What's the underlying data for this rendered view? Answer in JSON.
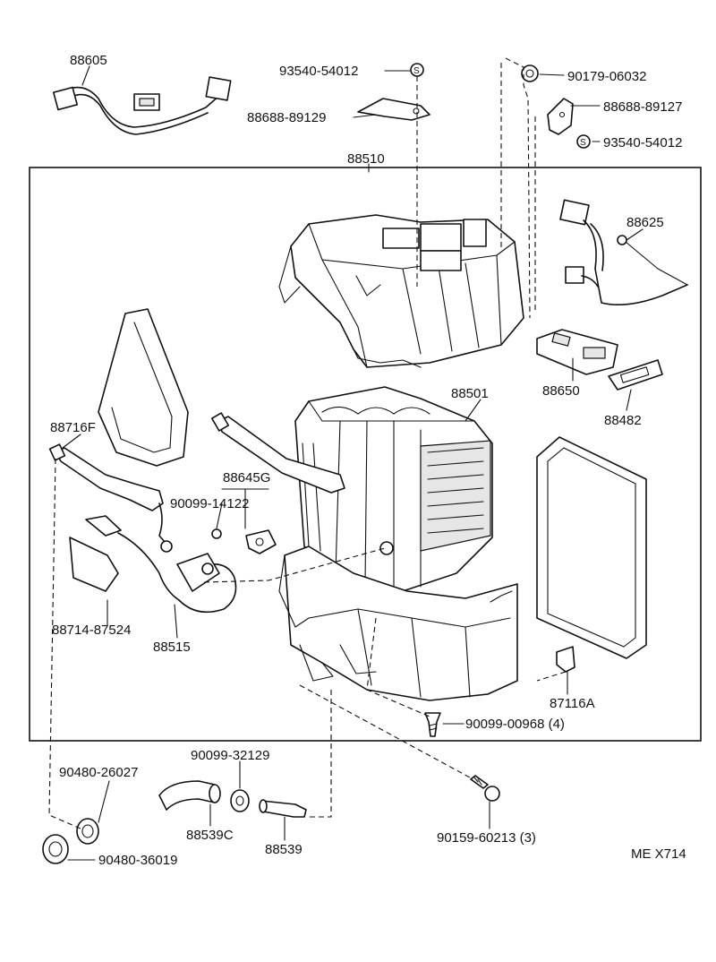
{
  "parts": {
    "p88605": "88605",
    "p93540a": "93540-54012",
    "p88688a": "88688-89129",
    "p90179": "90179-06032",
    "p88688b": "88688-89127",
    "p93540b": "93540-54012",
    "p88510": "88510",
    "p88625": "88625",
    "p88650": "88650",
    "p88501": "88501",
    "p88482": "88482",
    "p88716f": "88716F",
    "p88645g": "88645G",
    "p90099a": "90099-14122",
    "p88714": "88714-87524",
    "p88515": "88515",
    "p87116a": "87116A",
    "p90099b": "90099-00968 (4)",
    "p90099c": "90099-32129",
    "p90480a": "90480-26027",
    "p88539c": "88539C",
    "p88539": "88539",
    "p90159": "90159-60213 (3)",
    "p90480b": "90480-36019"
  },
  "symbols": {
    "s_mark": "S"
  },
  "caption": "ME X714",
  "colors": {
    "line": "#111111",
    "background": "#ffffff"
  }
}
